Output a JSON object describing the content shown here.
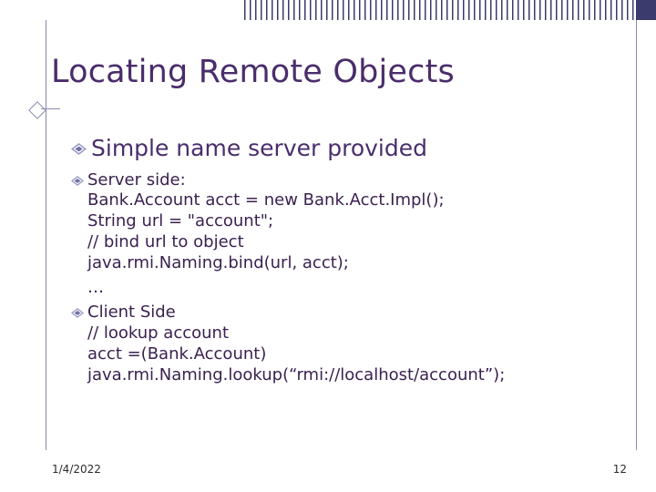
{
  "slide": {
    "title": "Locating Remote Objects",
    "bullets": [
      {
        "level": 1,
        "text": "Simple name server provided"
      },
      {
        "level": 2,
        "text": "Server side:",
        "sub_lines": [
          "Bank.Account acct = new Bank.Acct.Impl();",
          "String url = \"account\";",
          "// bind url to object",
          "java.rmi.Naming.bind(url, acct);"
        ]
      },
      {
        "level": 2,
        "text": "…",
        "is_ellipsis": true
      },
      {
        "level": 2,
        "text": "Client Side",
        "sub_lines": [
          "// lookup account",
          "acct =(Bank.Account)",
          "java.rmi.Naming.lookup(“rmi://localhost/account”);"
        ]
      }
    ],
    "footer": {
      "date": "1/4/2022",
      "page_number": "12"
    },
    "colors": {
      "title": "#4a2d6b",
      "level1_text": "#4a2d6b",
      "body_text": "#3a2150",
      "accent_bar": "#3b3b6d",
      "rule": "#8a8ab0"
    }
  }
}
